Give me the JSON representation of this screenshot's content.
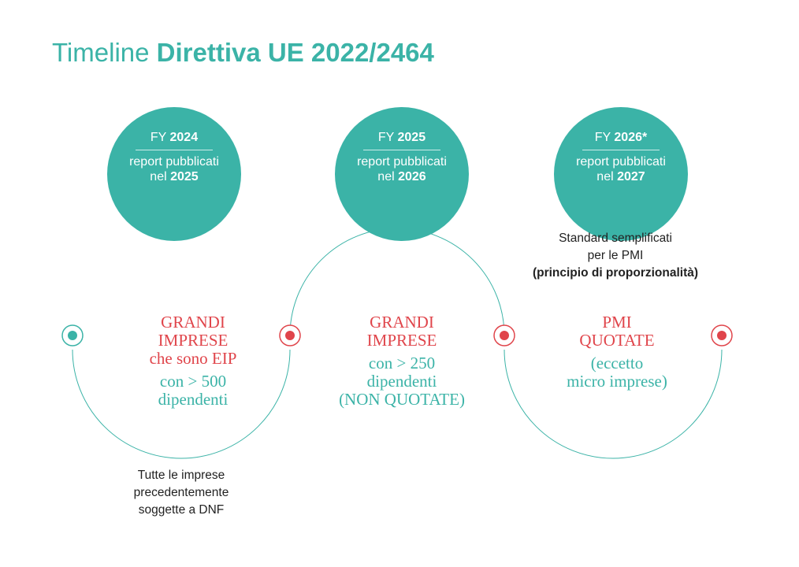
{
  "title": {
    "light": "Timeline",
    "bold": "Direttiva UE 2022/2464"
  },
  "milestones": [
    {
      "fy_prefix": "FY",
      "fy_year": "2024",
      "report_line": "report pubblicati",
      "nel": "nel",
      "report_year": "2025"
    },
    {
      "fy_prefix": "FY",
      "fy_year": "2025",
      "report_line": "report pubblicati",
      "nel": "nel",
      "report_year": "2026"
    },
    {
      "fy_prefix": "FY",
      "fy_year": "2026*",
      "report_line": "report pubblicati",
      "nel": "nel",
      "report_year": "2027"
    }
  ],
  "groups": [
    {
      "line1": "GRANDI",
      "line2": "IMPRESE",
      "line3": "che sono EIP",
      "detail1": "con > 500",
      "detail2": "dipendenti"
    },
    {
      "line1": "GRANDI",
      "line2": "IMPRESE",
      "detail1": "con > 250",
      "detail2": "dipendenti",
      "detail3": "(NON QUOTATE)"
    },
    {
      "line1": "PMI",
      "line2": "QUOTATE",
      "detail1": "(eccetto",
      "detail2": "micro imprese)"
    }
  ],
  "notes": {
    "first": {
      "line1": "Tutte le imprese",
      "line2": "precedentemente",
      "line3": "soggette a DNF"
    },
    "third": {
      "line1": "Standard semplificati",
      "line2": "per le PMI",
      "line3": "(principio di proporzionalità)"
    }
  },
  "colors": {
    "teal": "#3bb3a7",
    "red": "#e0454b",
    "text": "#222222",
    "background": "#ffffff"
  },
  "icons": {
    "start_marker": "teal-ring-dot",
    "milestone_marker": "red-ring-dot"
  }
}
